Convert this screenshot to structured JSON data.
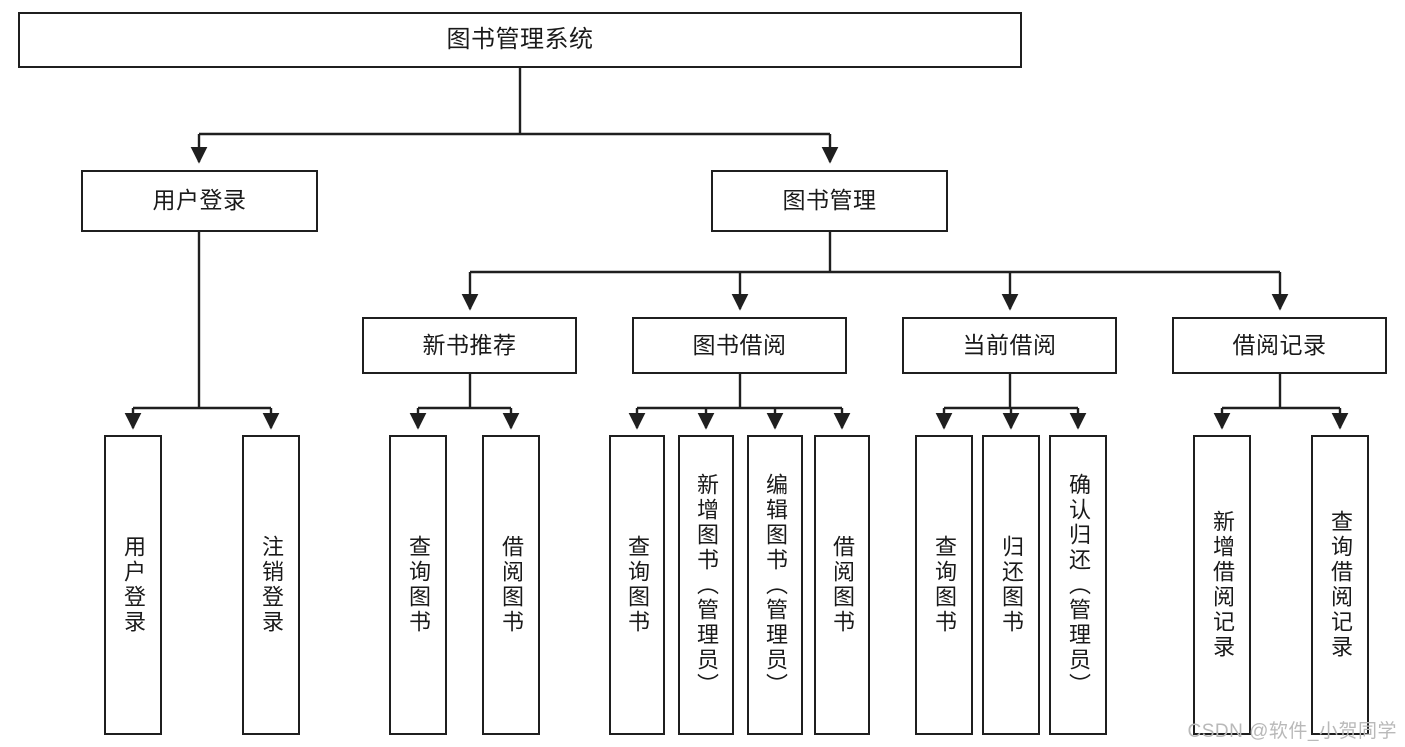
{
  "diagram": {
    "title": "图书管理系统",
    "watermark": "CSDN @软件_小贺同学",
    "line_color": "#1f1f1f",
    "box_fill": "#ffffff",
    "text_color": "#1a1a1a",
    "watermark_color": "#b9b9b9",
    "levels": {
      "root": {
        "label": "图书管理系统"
      },
      "level2": [
        {
          "label": "用户登录"
        },
        {
          "label": "图书管理"
        }
      ],
      "level3": [
        {
          "label": "新书推荐"
        },
        {
          "label": "图书借阅"
        },
        {
          "label": "当前借阅"
        },
        {
          "label": "借阅记录"
        }
      ],
      "leaves": {
        "user_login_group": [
          {
            "label": "用户登录"
          },
          {
            "label": "注销登录"
          }
        ],
        "new_book_group": [
          {
            "label": "查询图书"
          },
          {
            "label": "借阅图书"
          }
        ],
        "borrow_group": [
          {
            "label": "查询图书"
          },
          {
            "label": "新增图书（管理员）"
          },
          {
            "label": "编辑图书（管理员）"
          },
          {
            "label": "借阅图书"
          }
        ],
        "current_borrow_group": [
          {
            "label": "查询图书"
          },
          {
            "label": "归还图书"
          },
          {
            "label": "确认归还（管理员）"
          }
        ],
        "record_group": [
          {
            "label": "新增借阅记录"
          },
          {
            "label": "查询借阅记录"
          }
        ]
      }
    }
  }
}
